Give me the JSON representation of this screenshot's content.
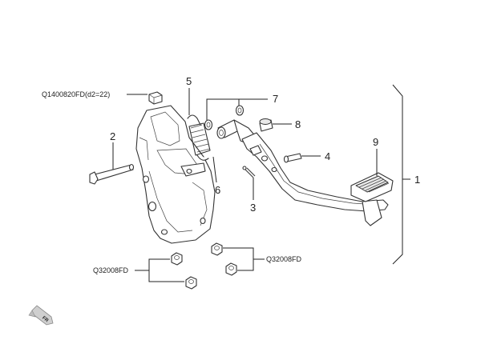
{
  "callouts": {
    "n1": "1",
    "n2": "2",
    "n3": "3",
    "n4": "4",
    "n5": "5",
    "n6": "6",
    "n7": "7",
    "n8": "8",
    "n9": "9"
  },
  "part_codes": {
    "bolt_top": "Q1400820FD(d2=22)",
    "nut_left": "Q32008FD",
    "nut_right": "Q32008FD"
  },
  "direction_marker": "FR"
}
